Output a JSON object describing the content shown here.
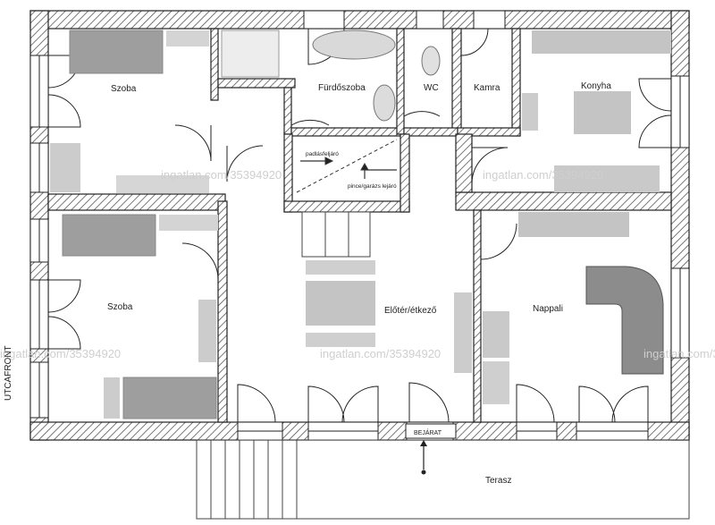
{
  "rooms": {
    "room1": "Szoba",
    "room2": "Szoba",
    "bathroom": "Fürdőszoba",
    "wc": "WC",
    "pantry": "Kamra",
    "kitchen": "Konyha",
    "hall_dining": "Előtér/étkező",
    "living_room": "Nappali",
    "terrace": "Terasz"
  },
  "stairs": {
    "attic": "padlásfeljáró",
    "cellar_garage": "pince/garázs lejáró"
  },
  "entrance": "BEJÁRAT",
  "street_front": "UTCAFRONT",
  "watermark": "ingatlan.com/35394920",
  "colors": {
    "wall_hatch": "#555555",
    "furniture": "#bdbdbd",
    "sofa": "#8c8c8c"
  }
}
